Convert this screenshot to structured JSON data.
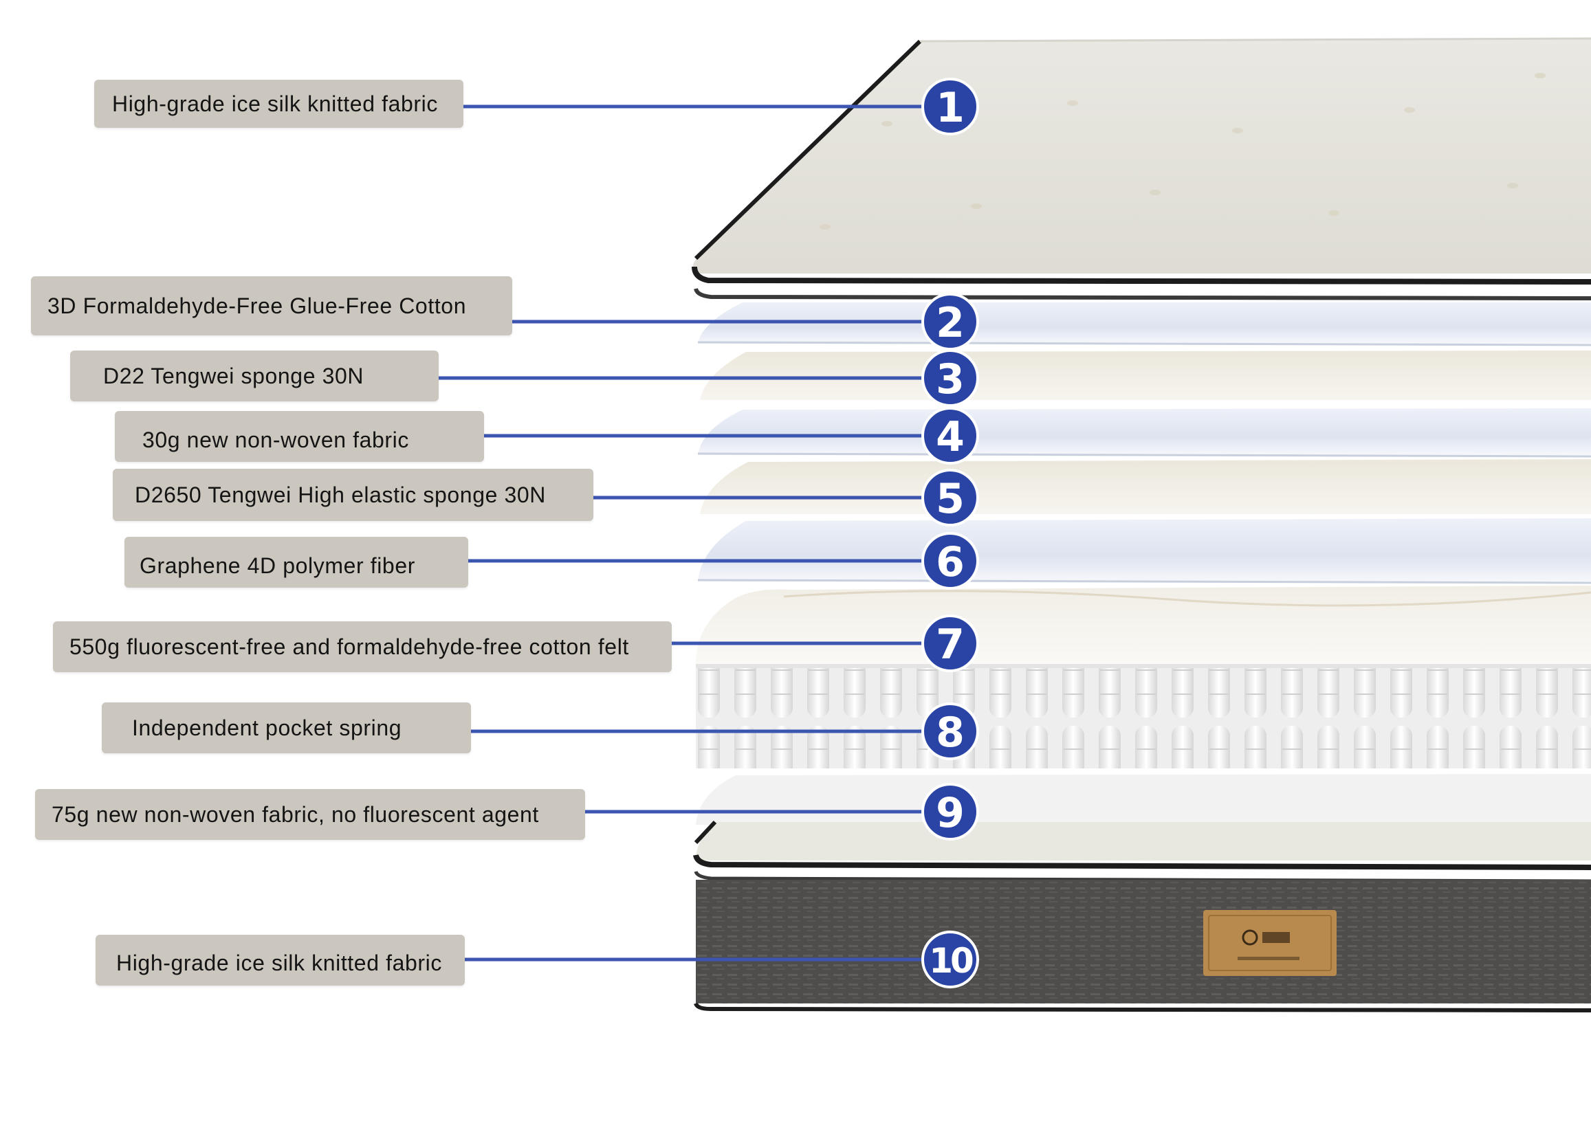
{
  "layers": [
    {
      "number": "1",
      "label": "High-grade ice silk knitted fabric"
    },
    {
      "number": "2",
      "label": "3D Formaldehyde-Free Glue-Free Cotton"
    },
    {
      "number": "3",
      "label": "D22 Tengwei sponge 30N"
    },
    {
      "number": "4",
      "label": "30g new non-woven fabric"
    },
    {
      "number": "5",
      "label": "D2650 Tengwei High elastic sponge 30N"
    },
    {
      "number": "6",
      "label": "Graphene 4D polymer fiber"
    },
    {
      "number": "7",
      "label": "550g fluorescent-free and formaldehyde-free cotton felt"
    },
    {
      "number": "8",
      "label": "Independent pocket spring"
    },
    {
      "number": "9",
      "label": "75g new non-woven fabric, no fluorescent agent"
    },
    {
      "number": "10",
      "label": "High-grade ice silk knitted fabric"
    }
  ],
  "colors": {
    "marker": "#2a44a5",
    "leader_line": "#3b55b0",
    "label_bg": "#cbc7be",
    "fabric_top": "#e6e5de",
    "base_side": "#4e4c4a",
    "brand_tag": "#b98a4e"
  }
}
